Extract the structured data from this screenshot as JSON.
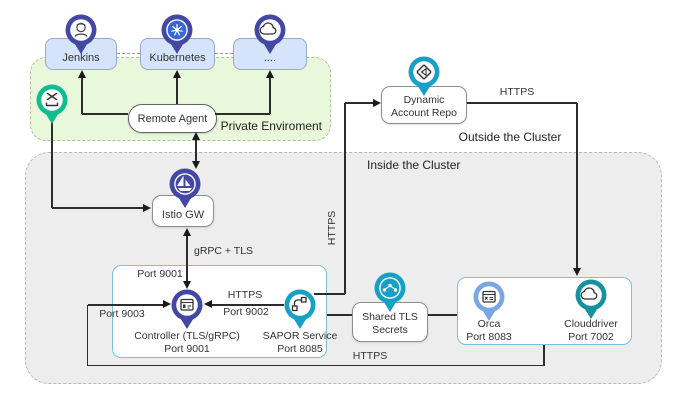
{
  "regions": {
    "private_environment": "Private Enviroment",
    "outside_cluster": "Outside the Cluster",
    "inside_cluster": "Inside the Cluster"
  },
  "nodes": {
    "jenkins": "Jenkins",
    "kubernetes": "Kubernetes",
    "more_targets": "....",
    "remote_agent": "Remote Agent",
    "istio_gw": "Istio GW",
    "dynamic_account_repo": [
      "Dynamic",
      "Account Repo"
    ],
    "controller": [
      "Controller (TLS/gRPC)",
      "Port 9001"
    ],
    "sapor": [
      "SAPOR Service",
      "Port 8085"
    ],
    "shared_tls": [
      "Shared TLS",
      "Secrets"
    ],
    "orca": [
      "Orca",
      "Port 8083"
    ],
    "clouddriver": [
      "Clouddriver",
      "Port 7002"
    ]
  },
  "edges": {
    "grpc_tls": "gRPC + TLS",
    "https_to_repo": "HTTPS",
    "https_repo_to_clouddriver": "HTTPS",
    "https_sapor_to_controller": "HTTPS",
    "https_orca_to_controller": "HTTPS",
    "port_9001_ingress": "Port 9001",
    "port_9002": "Port 9002",
    "port_9003": "Port 9003"
  },
  "colors": {
    "indigo_pin": "#4547a5",
    "teal_pin": "#16a0c6",
    "green_pin": "#10bd8e",
    "orca_blue_pin": "#7aa6e4",
    "clouddriver_teal_pin": "#16929f",
    "kubernetes_blue": "#3668d8",
    "target_box_fill": "#d5e4fa",
    "private_env_fill": "#e9f7db",
    "cluster_fill": "#ededee",
    "service_box_border": "#7fc0d8"
  }
}
